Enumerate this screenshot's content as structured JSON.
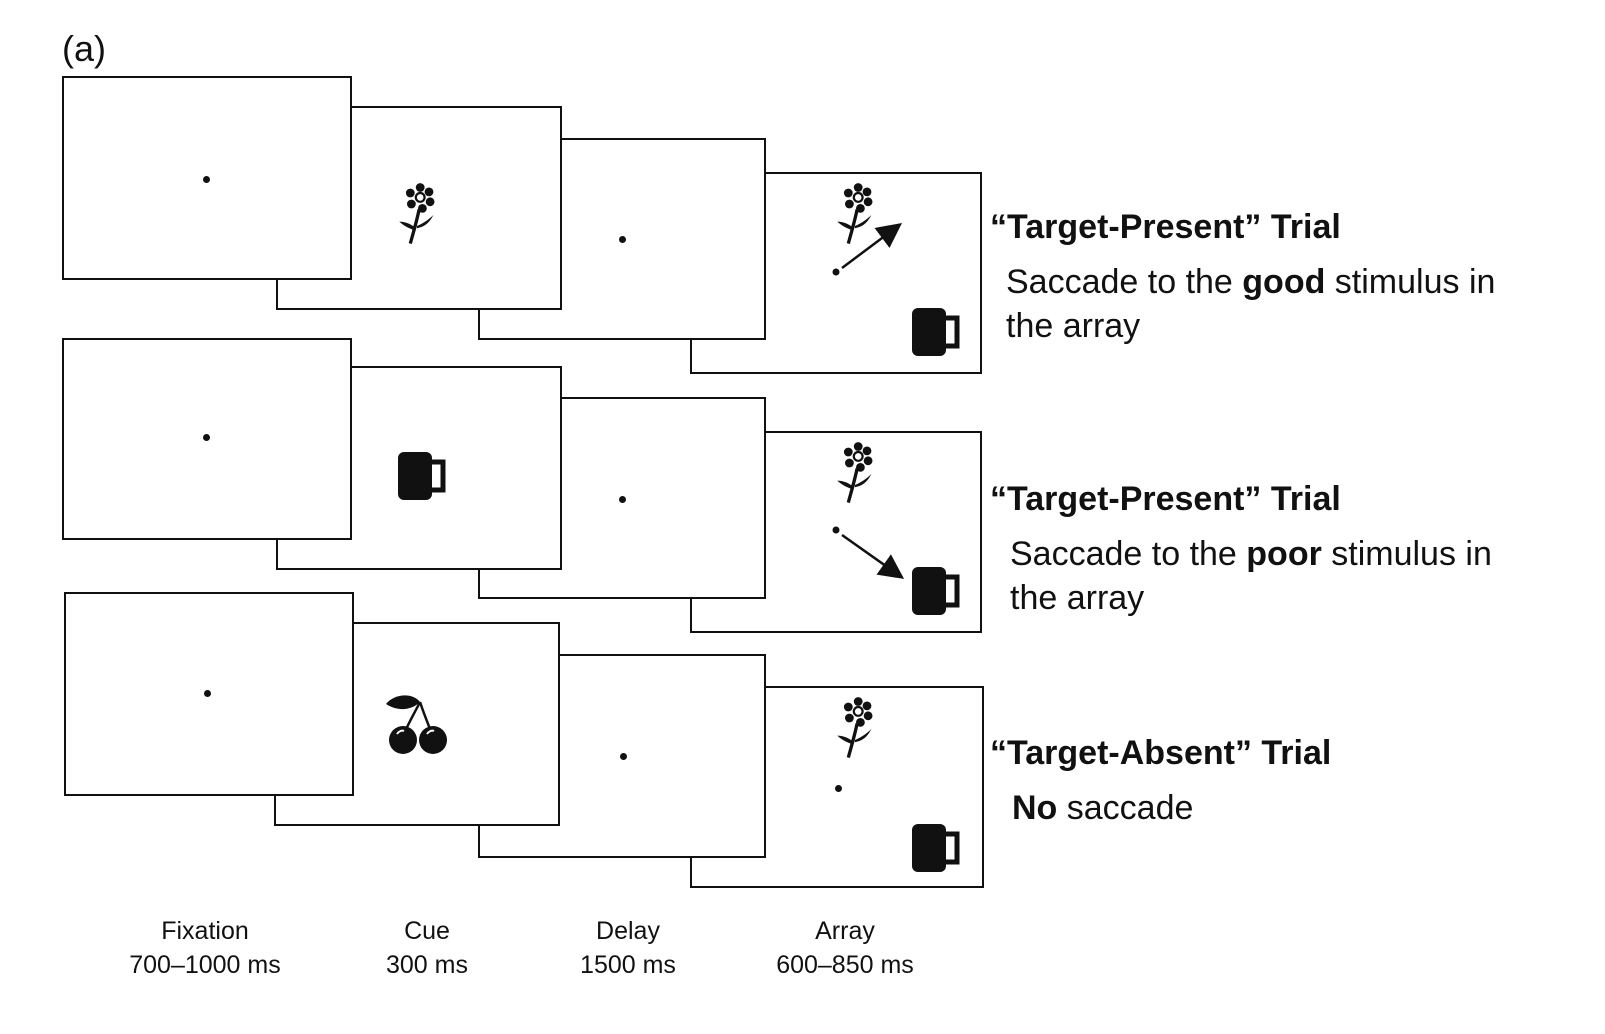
{
  "panel_label": "(a)",
  "rows": [
    {
      "cue": "flower-icon",
      "trial_title": "“Target-Present” Trial",
      "desc_before": "Saccade to the ",
      "desc_bold": "good",
      "desc_after": " stimulus in the array"
    },
    {
      "cue": "mug-icon",
      "trial_title": "“Target-Present” Trial",
      "desc_before": "Saccade to the ",
      "desc_bold": "poor",
      "desc_after": " stimulus in the array"
    },
    {
      "cue": "cherry-icon",
      "trial_title": "“Target-Absent” Trial",
      "desc_before": "",
      "desc_bold": "No",
      "desc_after": " saccade"
    }
  ],
  "columns": [
    {
      "name": "Fixation",
      "duration": "700–1000 ms"
    },
    {
      "name": "Cue",
      "duration": "300 ms"
    },
    {
      "name": "Delay",
      "duration": "1500 ms"
    },
    {
      "name": "Array",
      "duration": "600–850 ms"
    }
  ]
}
